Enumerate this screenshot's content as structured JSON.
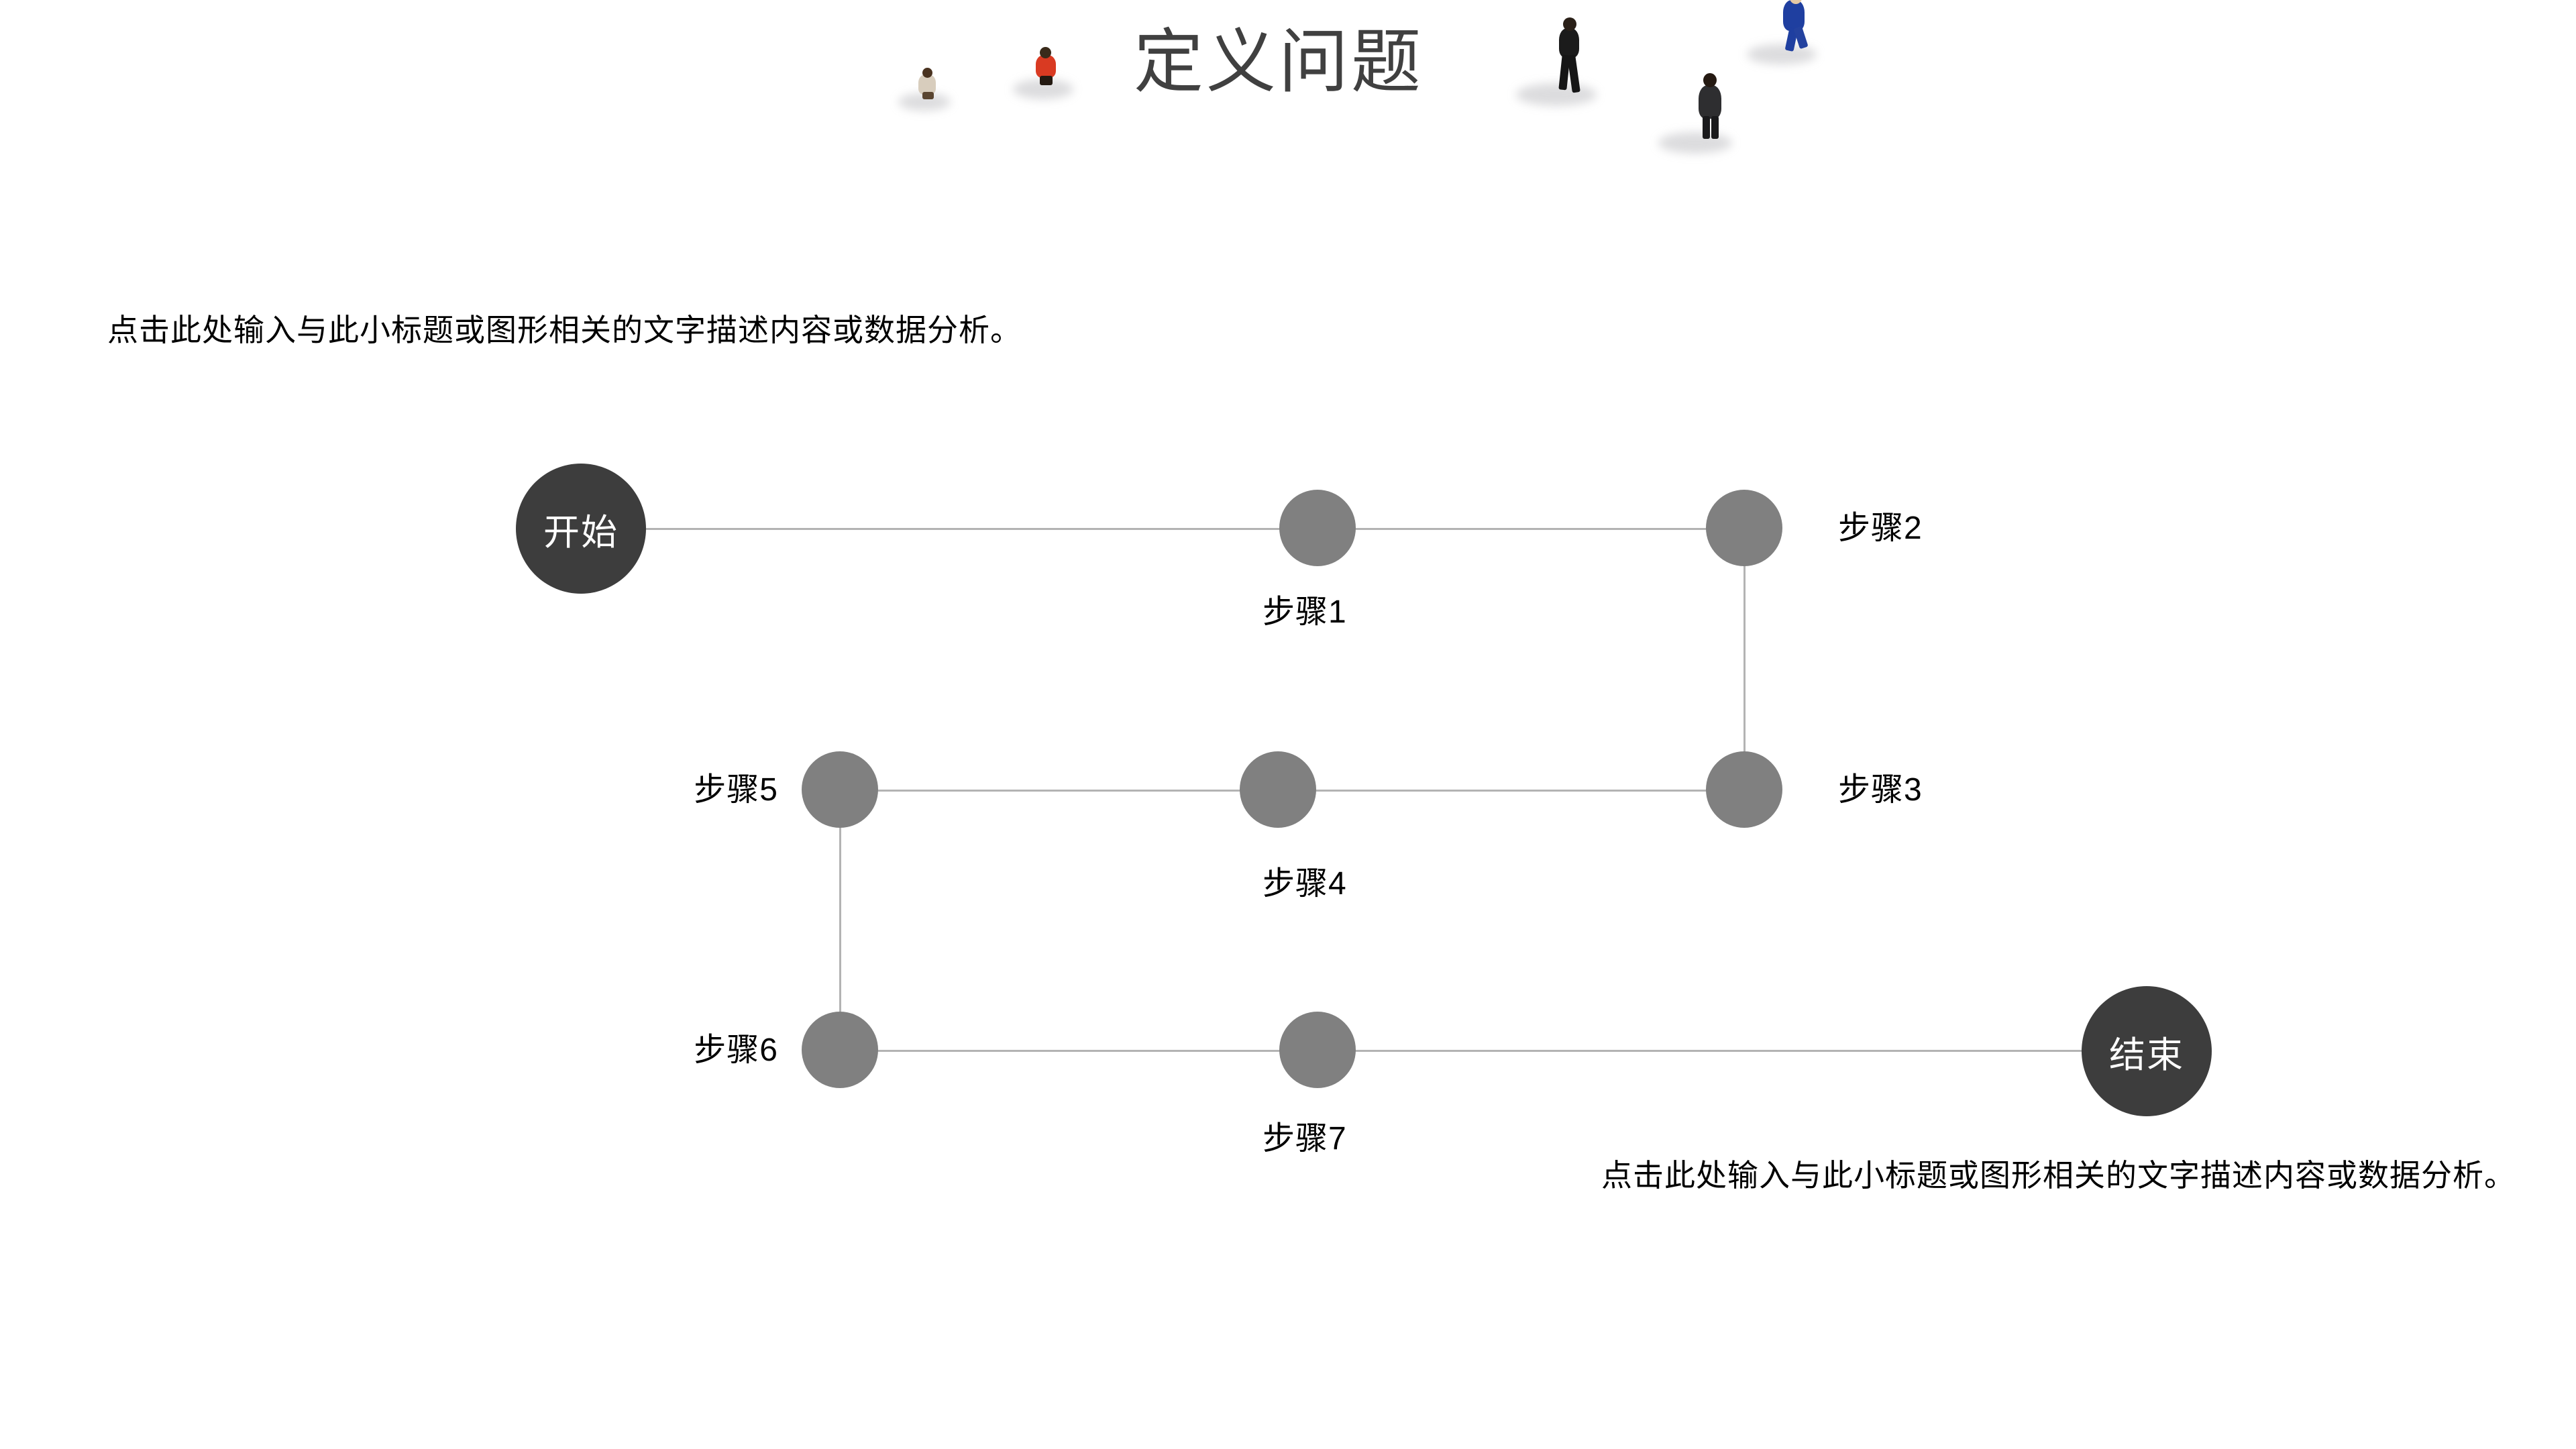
{
  "slide": {
    "title": "定义问题",
    "background_color": "#ffffff",
    "title_color": "#404040"
  },
  "paragraphs": {
    "left": "点击此处输入与此小标题或图形相关的文字描述内容或数据分析。",
    "right": "点击此处输入与此小标题或图形相关的文字描述内容或数据分析。"
  },
  "flow": {
    "terminal_color": "#3d3d3d",
    "step_color": "#808080",
    "connector_color": "#b3b3b3",
    "nodes": [
      {
        "id": "start",
        "label": "开始",
        "type": "terminal",
        "label_position": "inside"
      },
      {
        "id": "step1",
        "label": "步骤1",
        "type": "step",
        "label_position": "below"
      },
      {
        "id": "step2",
        "label": "步骤2",
        "type": "step",
        "label_position": "right"
      },
      {
        "id": "step3",
        "label": "步骤3",
        "type": "step",
        "label_position": "right"
      },
      {
        "id": "step4",
        "label": "步骤4",
        "type": "step",
        "label_position": "below"
      },
      {
        "id": "step5",
        "label": "步骤5",
        "type": "step",
        "label_position": "left"
      },
      {
        "id": "step6",
        "label": "步骤6",
        "type": "step",
        "label_position": "left"
      },
      {
        "id": "step7",
        "label": "步骤7",
        "type": "step",
        "label_position": "below"
      },
      {
        "id": "end",
        "label": "结束",
        "type": "terminal",
        "label_position": "inside"
      }
    ]
  },
  "decor": {
    "figure_count": 5,
    "figure_names": [
      "person-crouching-left",
      "person-red-jacket",
      "person-walking-arms-crossed",
      "person-dark-coat",
      "person-blue-suit"
    ]
  }
}
